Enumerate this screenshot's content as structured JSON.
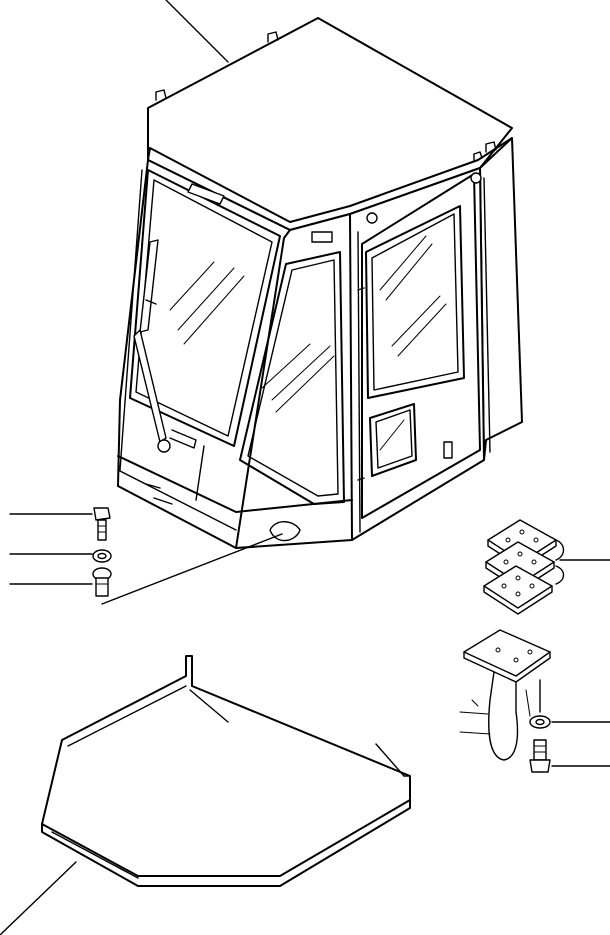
{
  "diagram": {
    "type": "exploded-parts-view",
    "parts": [
      {
        "id": "cab-assembly",
        "icon": "operator-cab-icon"
      },
      {
        "id": "cab-bolt",
        "icon": "bolt-icon"
      },
      {
        "id": "cab-washer",
        "icon": "washer-icon"
      },
      {
        "id": "cab-mount-bolt",
        "icon": "bolt-icon"
      },
      {
        "id": "shim-plates",
        "icon": "shim-plate-icon",
        "count": 3
      },
      {
        "id": "mount-bracket",
        "icon": "mounting-bracket-icon"
      },
      {
        "id": "bracket-washer",
        "icon": "washer-icon"
      },
      {
        "id": "bracket-bolt",
        "icon": "bolt-icon"
      },
      {
        "id": "floor-mat",
        "icon": "floor-mat-icon"
      }
    ]
  }
}
